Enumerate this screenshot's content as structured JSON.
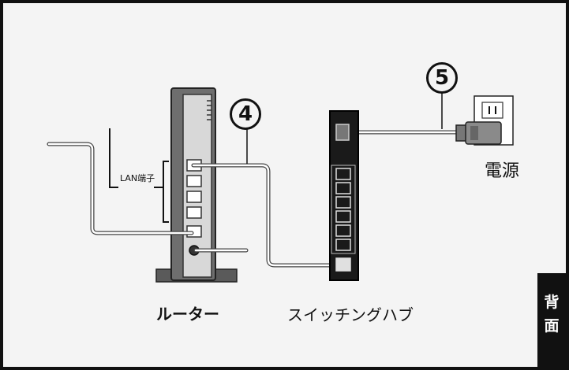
{
  "labels": {
    "lan_port": "LAN端子",
    "power": "電源",
    "router": "ルーター",
    "switching_hub": "スイッチングハブ",
    "rear_tab": [
      "背",
      "面"
    ]
  },
  "steps": {
    "step4": "4",
    "step5": "5"
  },
  "colors": {
    "frame_border": "#111111",
    "background": "#f4f4f4",
    "device_dark": "#1a1a1a",
    "router_body": "#6e6e6e",
    "cable": "#9a9a9a"
  }
}
